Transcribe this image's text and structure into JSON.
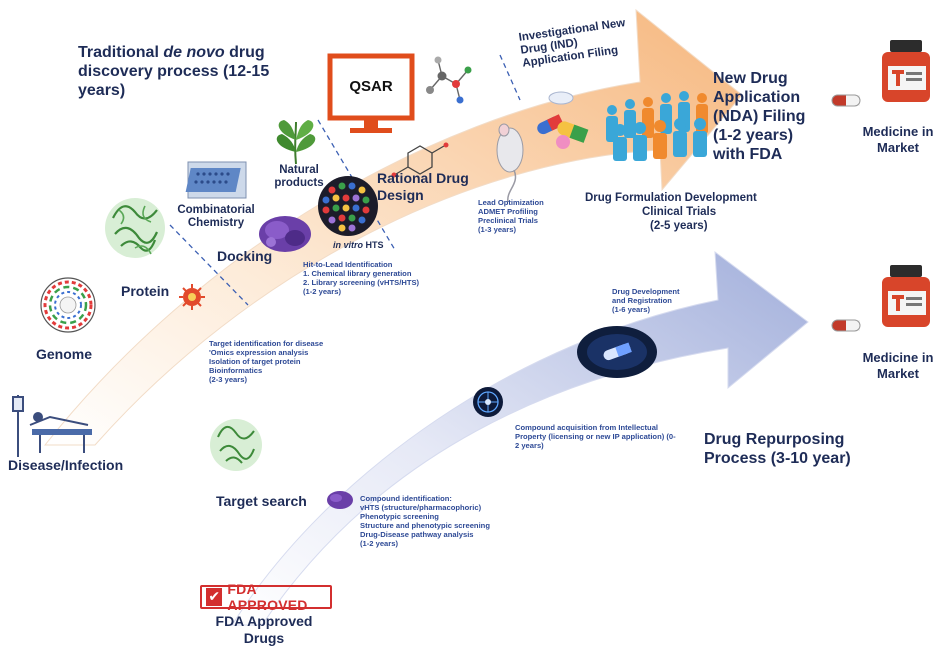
{
  "traditional": {
    "title_pre": "Traditional ",
    "title_italic": "de novo",
    "title_post": " drug discovery process (12-15 years)"
  },
  "stages": {
    "genome": "Genome",
    "protein": "Protein",
    "docking": "Docking",
    "combinatorial": "Combinatorial Chemistry",
    "natural_products": "Natural products",
    "in_vitro_italic": "in vitro",
    "in_vitro_rest": " HTS",
    "qsar": "QSAR",
    "rational": "Rational Drug Design",
    "ind": "Investigational New Drug (IND) Application Filing",
    "nda": "New Drug Application (NDA) Filing (1-2 years) with FDA",
    "formulation": "Drug Formulation Development",
    "clinical": "Clinical Trials",
    "clinical_years": "(2-5 years)",
    "medicine_top": "Medicine in Market",
    "disease": "Disease/Infection"
  },
  "notes": {
    "target_id": [
      "Target identification for disease",
      "'Omics expression analysis",
      "Isolation of  target protein",
      "Bioinformatics",
      "(2-3 years)"
    ],
    "hit_to_lead": [
      "Hit-to-Lead Identification",
      "1. Chemical library generation",
      "2. Library screening (vHTS/HTS)",
      "(1-2 years)"
    ],
    "lead_opt": [
      "Lead Optimization",
      "ADMET Profiling",
      "Preclinical Trials",
      "(1-3 years)"
    ]
  },
  "repurposing": {
    "title": "Drug Repurposing Process (3-10 year)",
    "target_search": "Target search",
    "compound_id": [
      "Compound identification:",
      "vHTS (structure/pharmacophoric)",
      "Phenotypic screening",
      "Structure and phenotypic screening",
      "Drug-Disease pathway analysis",
      "(1-2 years)"
    ],
    "acquisition": [
      "Compound acquisition from Intellectual",
      "Property (licensing or new IP application) (0-",
      "2 years)"
    ],
    "development": [
      "Drug Development",
      "and Registration",
      "(1-6 years)"
    ],
    "medicine_bottom": "Medicine in Market",
    "fda_stamp": "FDA APPROVED",
    "fda_drugs": "FDA Approved Drugs"
  },
  "colors": {
    "top_arrow_light": "#fdebd8",
    "top_arrow_dark": "#f6b77e",
    "bottom_arrow_light": "#eef0fa",
    "bottom_arrow_dark": "#a9b5dd",
    "text_dark": "#1e2c57",
    "text_blue": "#2e4a96",
    "stamp_red": "#d32f2f"
  }
}
